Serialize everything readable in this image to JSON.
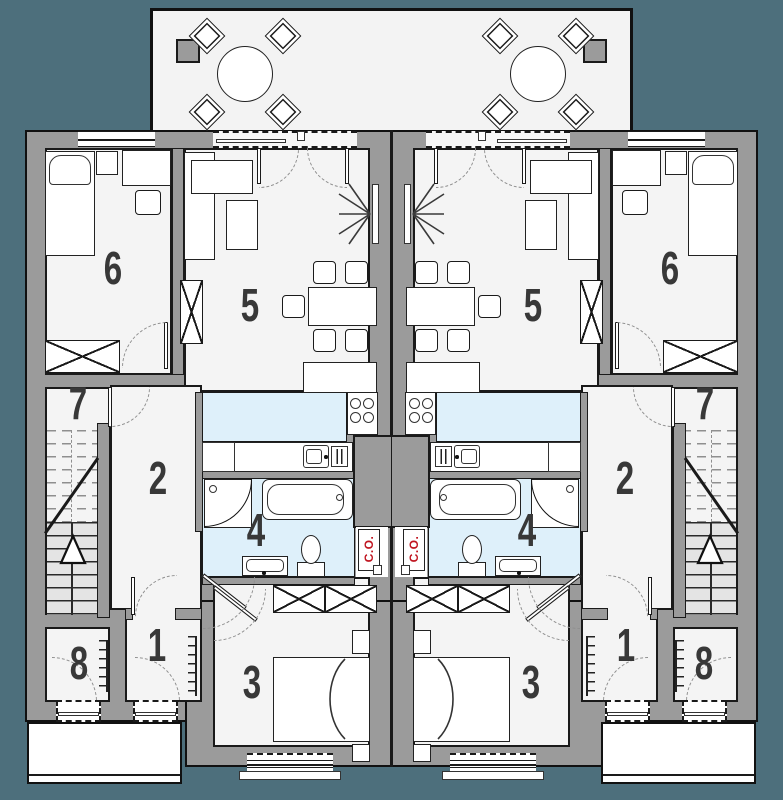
{
  "plan": {
    "type": "floor-plan",
    "layout": "mirrored twin units (semi-detached house), terrace at top, entrances at bottom",
    "rooms": {
      "r1": "1",
      "r2": "2",
      "r3": "3",
      "r4": "4",
      "r5": "5",
      "r6": "6",
      "r7": "7",
      "r8": "8"
    },
    "boiler": {
      "label": "C.O."
    },
    "colors": {
      "background": "#4d6f7c",
      "walls": "#9b9b9b",
      "floor": "#f4f4f4",
      "wet_rooms": "#def0fa",
      "outline": "#1a1a1a",
      "boiler_text": "#c01520"
    }
  }
}
